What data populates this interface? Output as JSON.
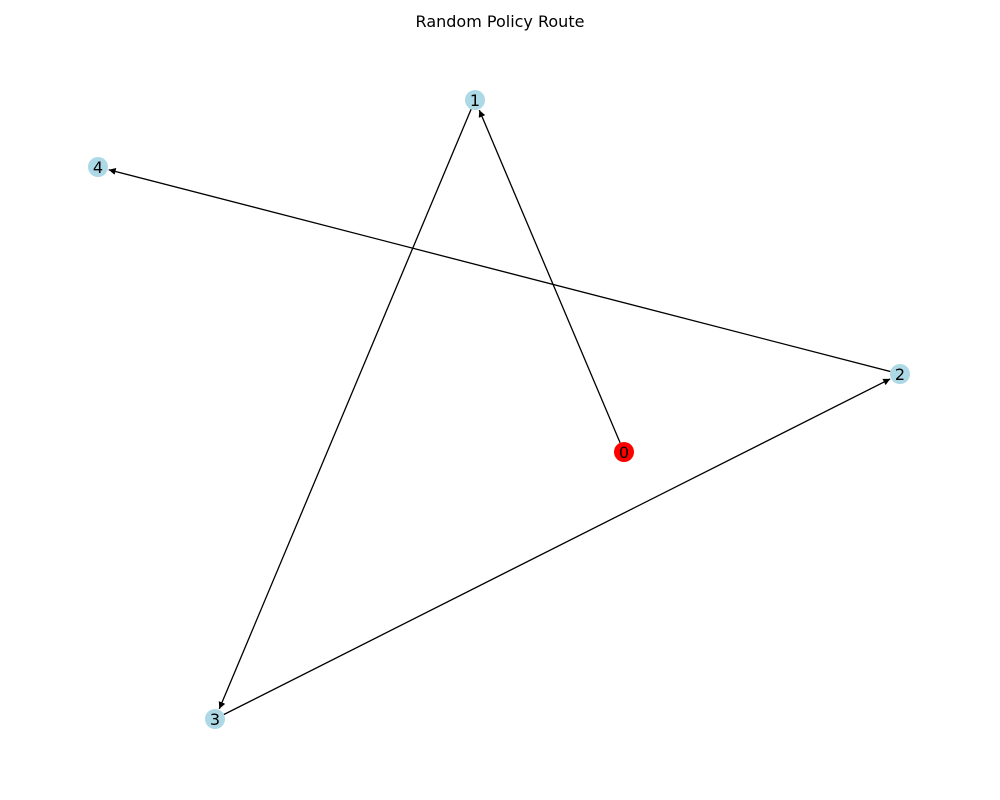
{
  "figure": {
    "title": "Random Policy Route"
  },
  "graph": {
    "nodes": [
      {
        "id": "0",
        "label": "0",
        "color": "#ff0000",
        "role": "start"
      },
      {
        "id": "1",
        "label": "1",
        "color": "#add8e6"
      },
      {
        "id": "2",
        "label": "2",
        "color": "#add8e6"
      },
      {
        "id": "3",
        "label": "3",
        "color": "#add8e6"
      },
      {
        "id": "4",
        "label": "4",
        "color": "#add8e6"
      }
    ],
    "edges": [
      {
        "from": "0",
        "to": "1"
      },
      {
        "from": "1",
        "to": "3"
      },
      {
        "from": "3",
        "to": "2"
      },
      {
        "from": "2",
        "to": "4"
      }
    ],
    "edge_color": "#000000",
    "directed": true
  }
}
